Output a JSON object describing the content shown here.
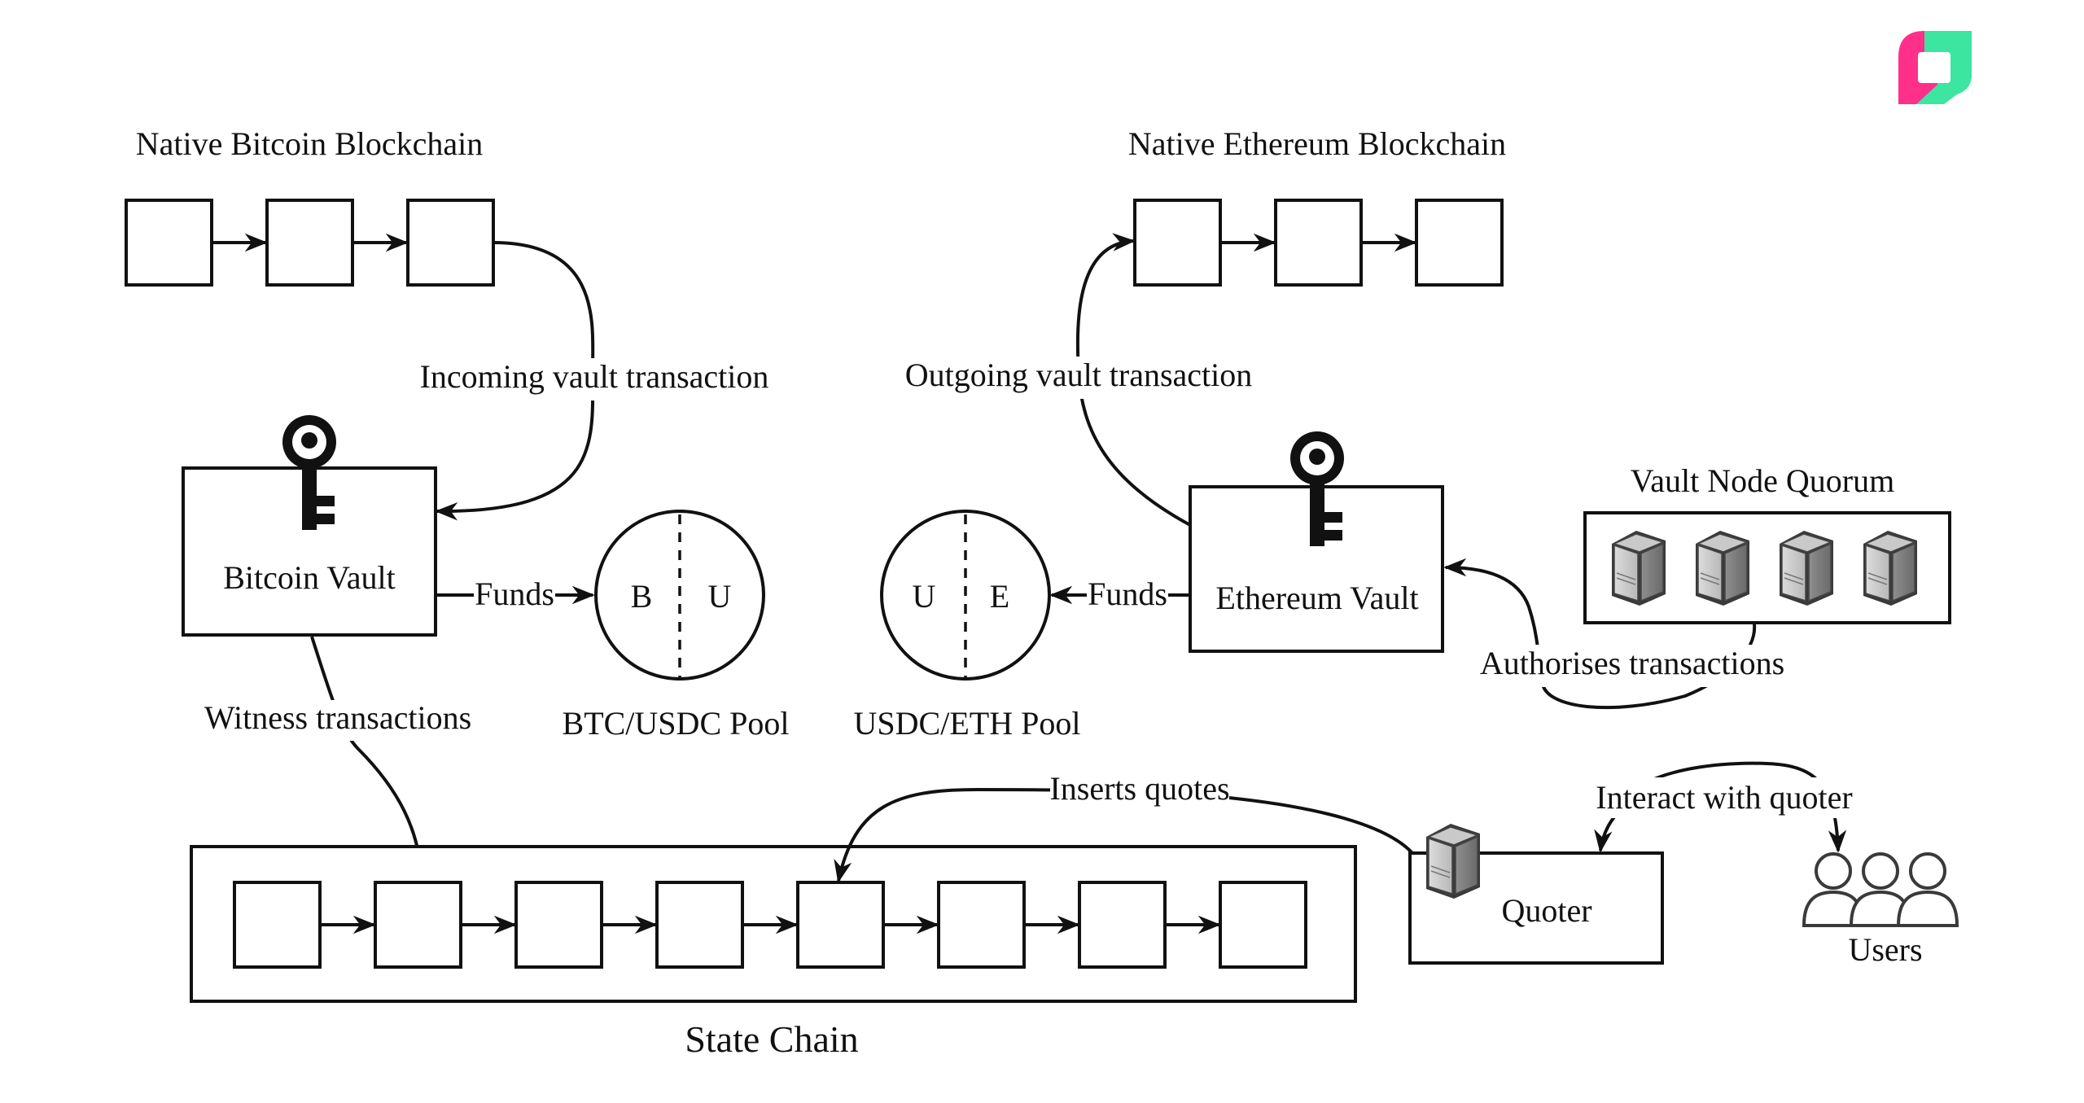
{
  "logo": {
    "name": "brand-logo",
    "colors": {
      "green": "#3ce6a0",
      "pink": "#ff2f8a"
    }
  },
  "bitcoin_chain": {
    "title": "Native Bitcoin Blockchain"
  },
  "ethereum_chain": {
    "title": "Native Ethereum Blockchain"
  },
  "bitcoin_vault": {
    "label": "Bitcoin Vault",
    "icon": "key-icon"
  },
  "ethereum_vault": {
    "label": "Ethereum Vault",
    "icon": "key-icon"
  },
  "edges": {
    "incoming": "Incoming vault transaction",
    "outgoing": "Outgoing vault transaction",
    "funds_btc": "Funds",
    "funds_eth": "Funds",
    "witness": "Witness transactions",
    "authorises": "Authorises transactions",
    "inserts": "Inserts quotes",
    "interact": "Interact with quoter"
  },
  "pools": {
    "btc": {
      "left": "B",
      "right": "U",
      "label": "BTC/USDC Pool"
    },
    "eth": {
      "left": "U",
      "right": "E",
      "label": "USDC/ETH Pool"
    }
  },
  "quorum": {
    "title": "Vault Node Quorum",
    "icon": "server-icon"
  },
  "state_chain": {
    "title": "State Chain"
  },
  "quoter": {
    "label": "Quoter",
    "icon": "server-icon"
  },
  "users": {
    "label": "Users",
    "icon": "users-icon"
  }
}
